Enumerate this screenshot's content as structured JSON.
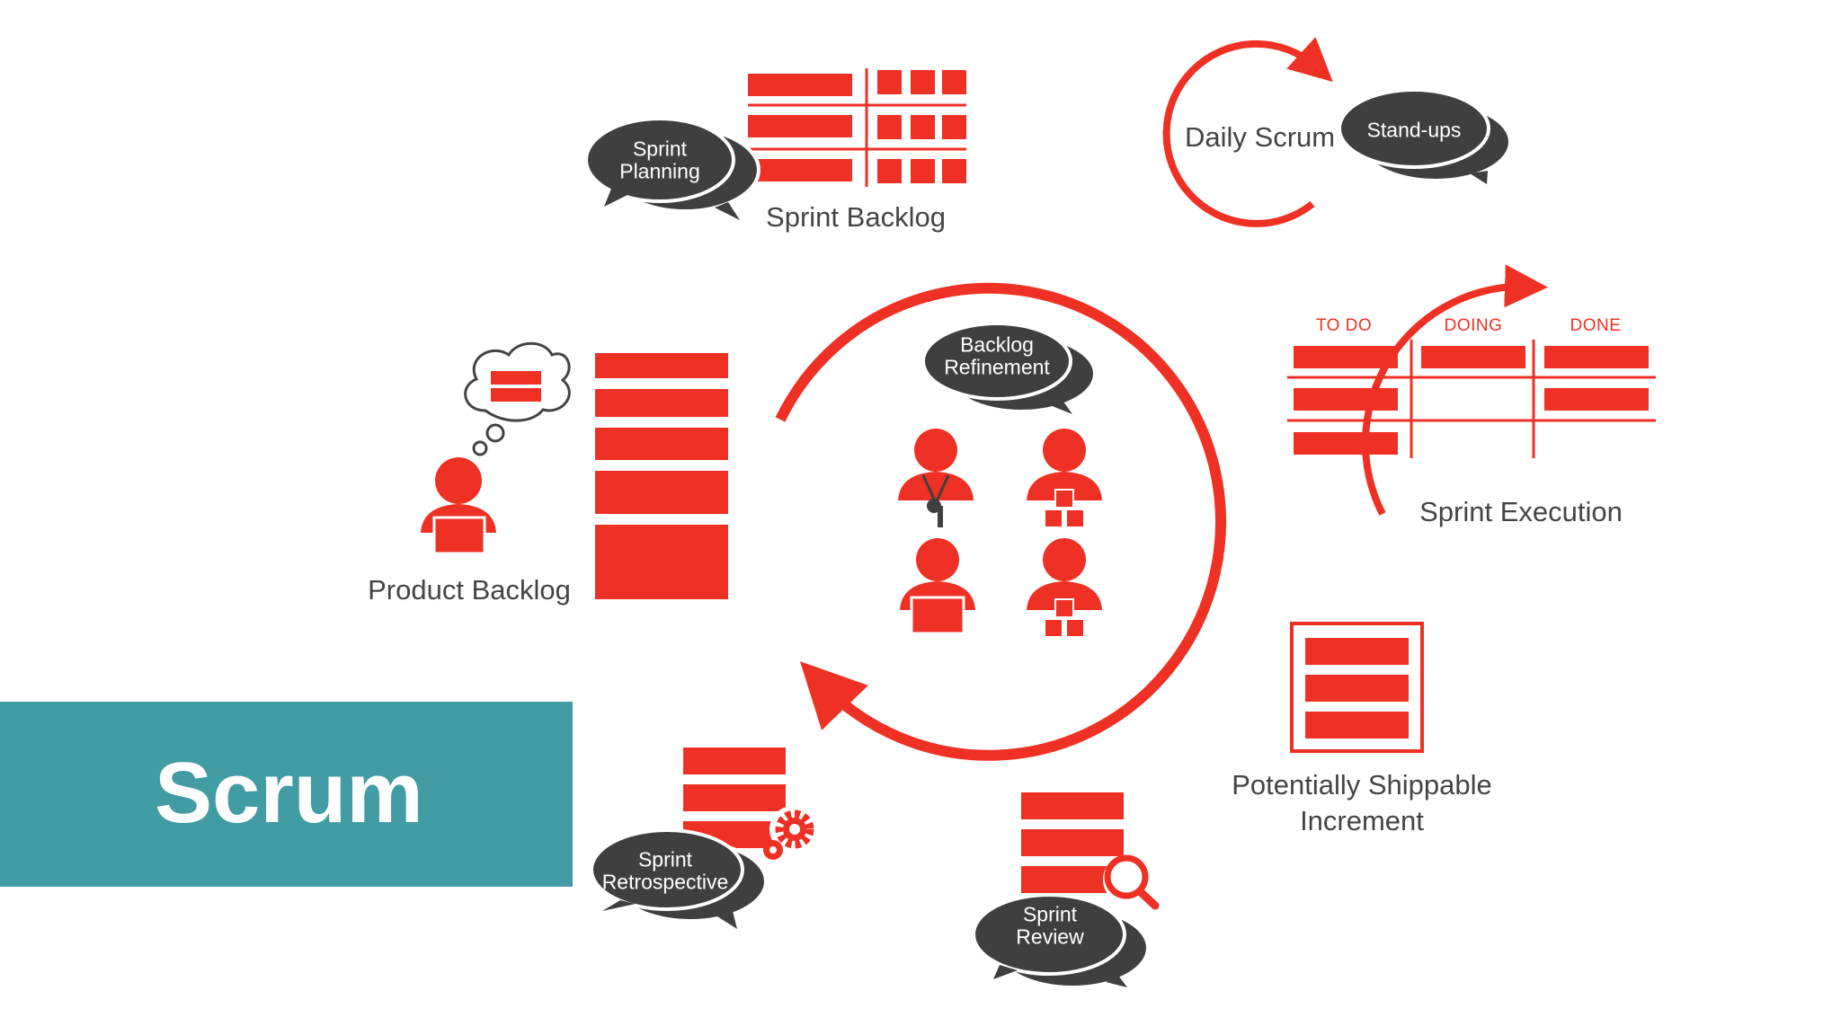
{
  "title": "Scrum",
  "colors": {
    "accent": "#ee3124",
    "bubble": "#3f3f3f",
    "banner": "#419ca4",
    "text": "#444444"
  },
  "labels": {
    "product_backlog": "Product Backlog",
    "sprint_backlog": "Sprint Backlog",
    "daily_scrum": "Daily Scrum",
    "sprint_execution": "Sprint Execution",
    "increment_line1": "Potentially Shippable",
    "increment_line2": "Increment"
  },
  "bubbles": {
    "sprint_planning": [
      "Sprint",
      "Planning"
    ],
    "stand_ups": [
      "Stand-ups"
    ],
    "backlog_refinement": [
      "Backlog",
      "Refinement"
    ],
    "sprint_retrospective": [
      "Sprint",
      "Retrospective"
    ],
    "sprint_review": [
      "Sprint",
      "Review"
    ]
  },
  "board": {
    "columns": [
      "TO DO",
      "DOING",
      "DONE"
    ]
  },
  "icons": [
    "thought-cloud-icon",
    "person-laptop-icon",
    "scrum-master-whistle-icon",
    "team-member-icon",
    "gear-icon",
    "magnifier-icon"
  ]
}
